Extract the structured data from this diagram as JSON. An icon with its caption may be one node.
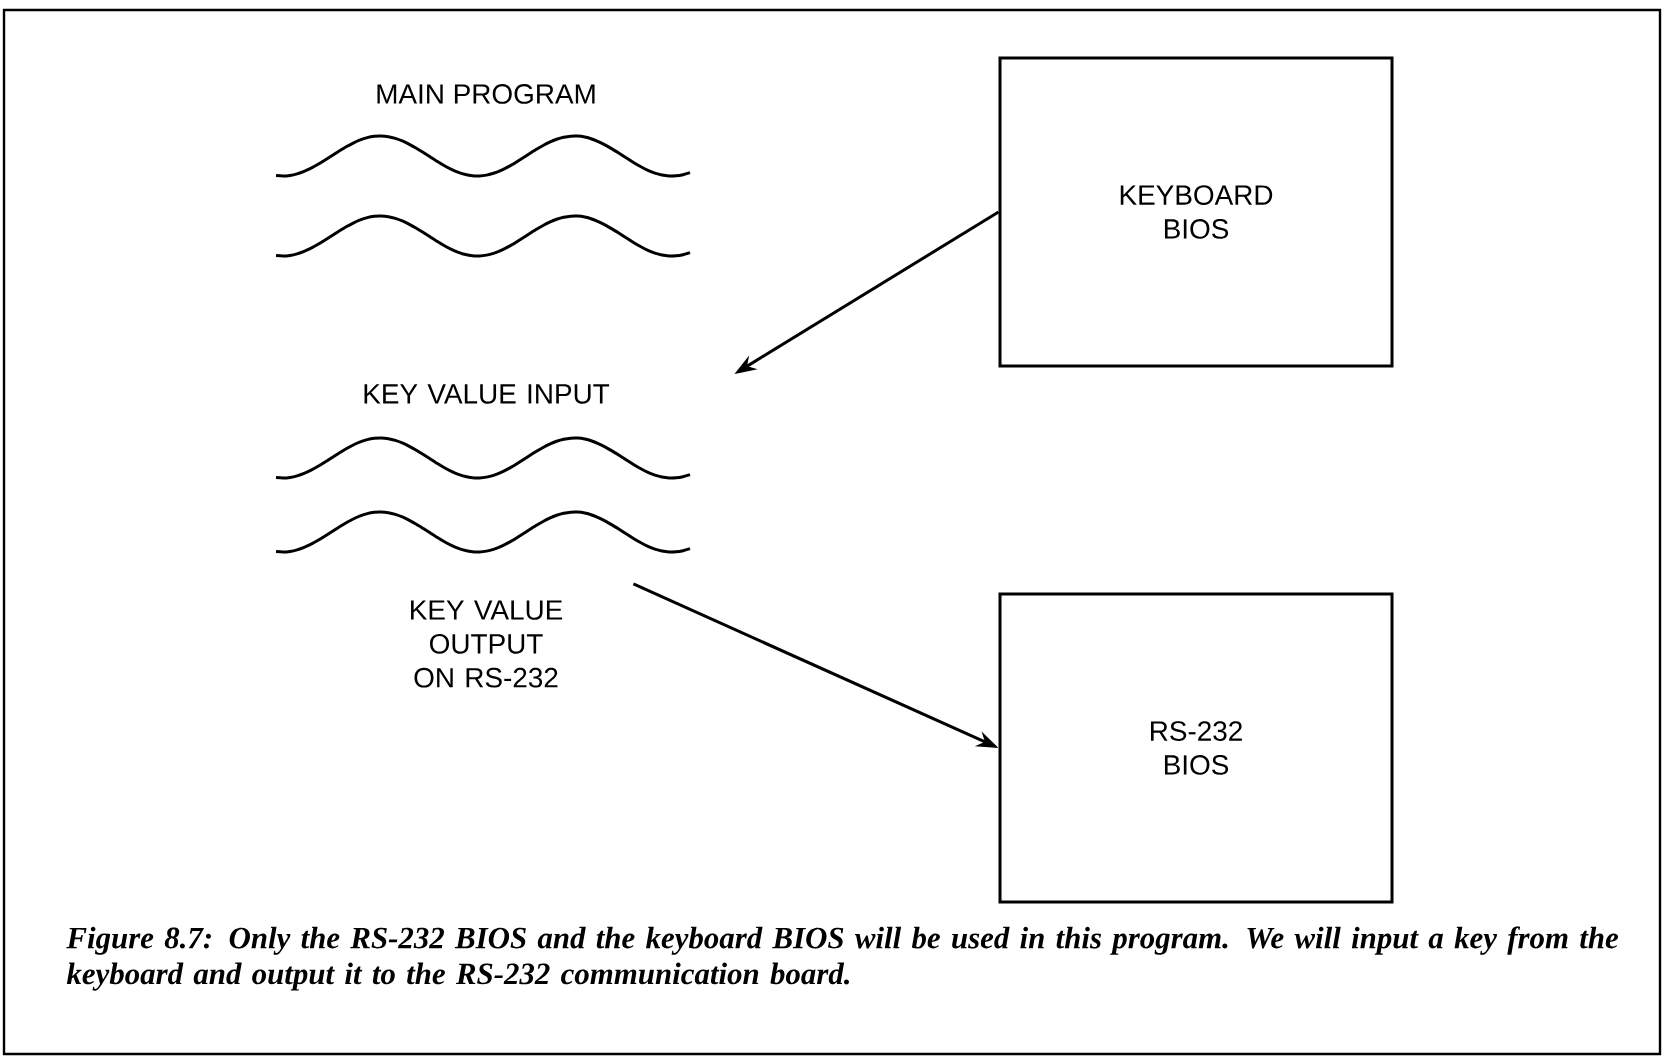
{
  "diagram": {
    "caption": "Figure 8.7: Only the RS-232 BIOS and the keyboard BIOS will be used in this program. We will input a key from the keyboard and output it to the RS-232 communication board.",
    "nodes": [
      {
        "text": [
          "KEYBOARD BIOS"
        ]
      },
      {
        "text": [
          "KEY VALUE INPUT"
        ]
      },
      {
        "text": [
          "KEY VALUE OUTPUT ON RS-232"
        ]
      },
      {
        "text": [
          "RS-232 BIOS"
        ]
      }
    ],
    "edges": [
      {
        "from": 0,
        "to": 1,
        "arrow": "to"
      },
      {
        "from": 2,
        "to": 3,
        "arrow": "to"
      }
    ],
    "labels": [
      "MAIN PROGRAM"
    ]
  }
}
